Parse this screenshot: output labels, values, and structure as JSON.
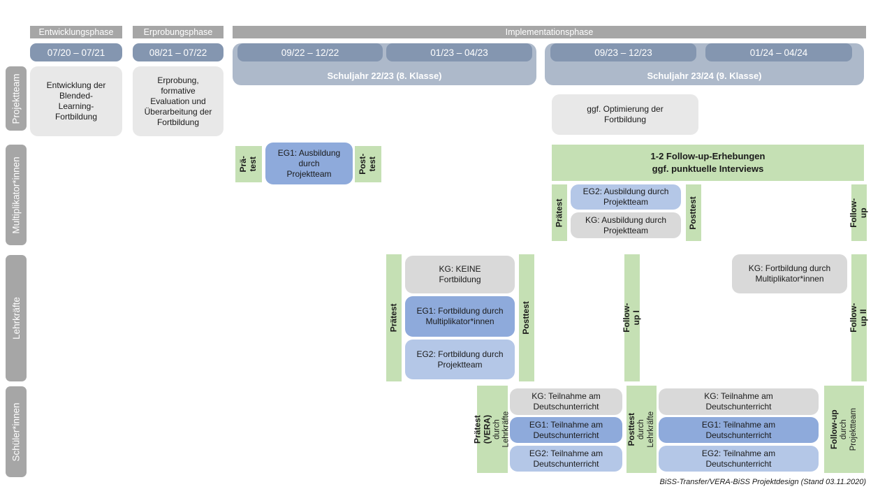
{
  "phases": {
    "p1": "Entwicklungsphase",
    "p2": "Erprobungsphase",
    "p3": "Implementationsphase"
  },
  "dates": {
    "d1": "07/20 – 07/21",
    "d2": "08/21 – 07/22",
    "d3": "09/22 – 12/22",
    "d4": "01/23 – 04/23",
    "d5": "09/23 – 12/23",
    "d6": "01/24 – 04/24"
  },
  "schoolyears": {
    "sy1": "Schuljahr 22/23 (8. Klasse)",
    "sy2": "Schuljahr 23/24 (9. Klasse)"
  },
  "lanes": {
    "projektteam": "Projektteam",
    "multiplikatoren": "Multiplikator*innen",
    "lehrkraefte": "Lehrkräfte",
    "schueler": "Schüler*innen"
  },
  "projektteam": {
    "entwicklung": "Entwicklung der Blended-Learning-Fortbildung",
    "erprobung": "Erprobung, formative Evaluation und Überarbeitung der Fortbildung",
    "optimierung": "ggf. Optimierung der Fortbildung"
  },
  "multiplikatoren": {
    "praetest_1": "Prä-\ntest",
    "eg1": "EG1: Ausbildung durch Projektteam",
    "posttest_1": "Post-\ntest",
    "followup_bar": "1-2 Follow-up-Erhebungen\nggf. punktuelle Interviews",
    "praetest_2": "Prätest",
    "eg2": "EG2: Ausbildung durch Projektteam",
    "kg": "KG: Ausbildung durch Projektteam",
    "posttest_2": "Posttest",
    "followup": "Follow-up"
  },
  "lehrkraefte": {
    "praetest": "Prätest",
    "kg": "KG: KEINE Fortbildung",
    "eg1": "EG1: Fortbildung durch Multiplikator*innen",
    "eg2": "EG2: Fortbildung durch Projektteam",
    "posttest": "Posttest",
    "followup1": "Follow-up I",
    "kg2": "KG: Fortbildung durch Multiplikator*innen",
    "followup2": "Follow-up II"
  },
  "schueler": {
    "praetest_label": "Prätest (VERA)",
    "praetest_sub": "durch Lehrkräfte",
    "kg1": "KG: Teilnahme am Deutschunterricht",
    "eg1_1": "EG1: Teilnahme am Deutschunterricht",
    "eg2_1": "EG2: Teilnahme am Deutschunterricht",
    "posttest_label": "Posttest",
    "posttest_sub": "durch Lehrkräfte",
    "kg2": "KG: Teilnahme am Deutschunterricht",
    "eg1_2": "EG1: Teilnahme am Deutschunterricht",
    "eg2_2": "EG2: Teilnahme am Deutschunterricht",
    "followup_label": "Follow-up",
    "followup_sub": "durch\nProjektteam"
  },
  "footer": "BiSS-Transfer/VERA-BiSS Projektdesign (Stand 03.11.2020)",
  "colors": {
    "gray-bar": "#a6a6a6",
    "date-blue": "#8496b0",
    "schoolyear-blue": "#adb9ca",
    "box-light-gray": "#e8e8e8",
    "kg-gray": "#d9d9d9",
    "eg1-blue": "#8eaadb",
    "eg2-blue": "#b4c7e7",
    "green": "#c5e0b4"
  }
}
